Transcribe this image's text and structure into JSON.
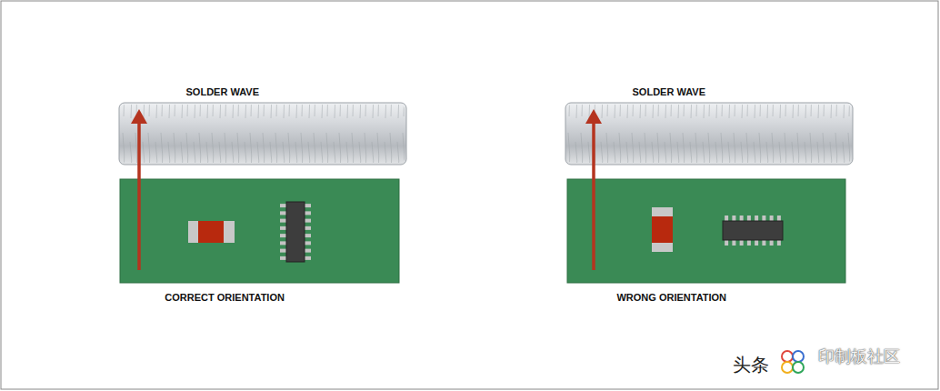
{
  "diagram": {
    "nodes": [
      {
        "text": [
          "SOLDER WAVE"
        ]
      },
      {
        "text": [
          "CORRECT ORIENTATION"
        ]
      },
      {
        "text": [
          "SOLDER WAVE"
        ]
      },
      {
        "text": [
          "WRONG ORIENTATION"
        ]
      }
    ],
    "labels": [
      "头条",
      "印制板社区"
    ]
  }
}
